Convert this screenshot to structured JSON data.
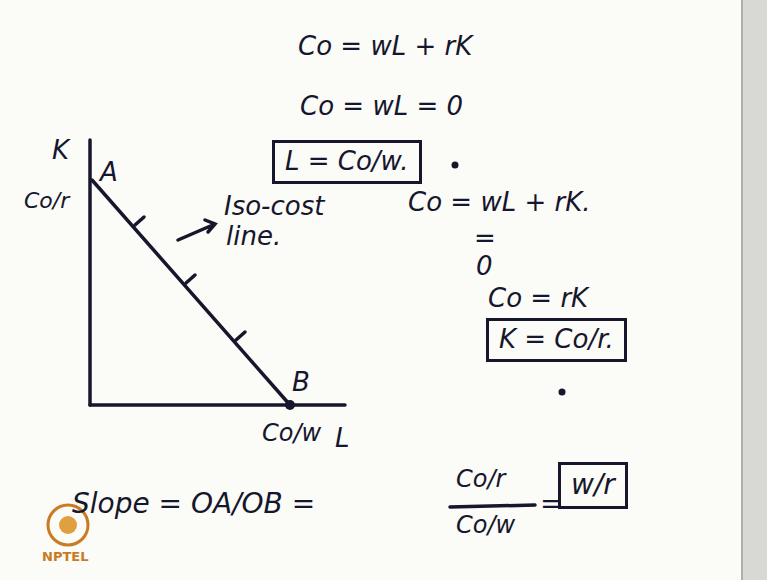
{
  "diagram": {
    "nodes": [
      {
        "text": [
          "L = Co/w."
        ]
      },
      {
        "text": [
          "K = Co/r."
        ]
      },
      {
        "text": [
          "w/r"
        ]
      }
    ],
    "labels": [
      "Co = wL + rK",
      "Co = wL = 0",
      "Co = wL + rK.",
      "=",
      "0",
      "Co = rK",
      "K",
      "Co/r",
      "A",
      "Iso-cost",
      "line.",
      "B",
      "Co/w",
      "L",
      "Slope = OA/OB =",
      "Co/r",
      "Co/w",
      "=",
      "NPTEL"
    ]
  }
}
